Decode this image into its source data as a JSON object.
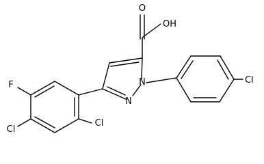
{
  "molecule": {
    "atoms": {
      "oh": "OH",
      "o": "O",
      "n1": "N",
      "n2": "N",
      "f": "F",
      "cl_para": "Cl",
      "cl_ortho": "Cl",
      "cl_phenyl": "Cl"
    },
    "colors": {
      "bond": "#000000",
      "label": "#000000",
      "background": "#ffffff"
    }
  }
}
